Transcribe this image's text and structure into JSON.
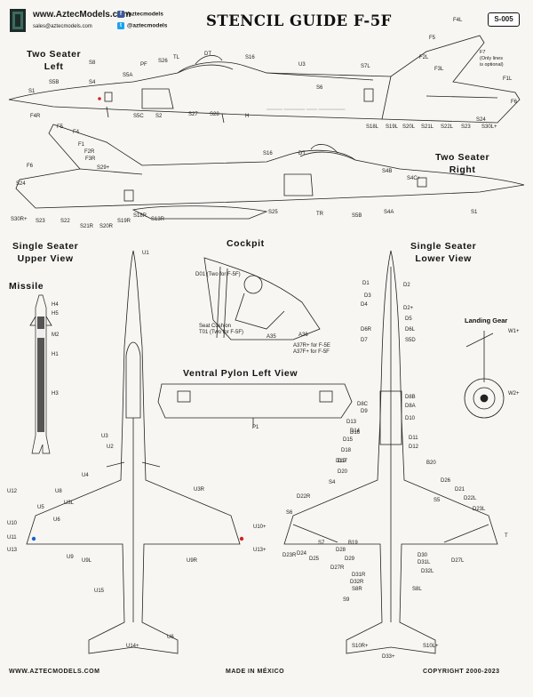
{
  "header": {
    "brand": "www.AztecModels.com",
    "email": "sales@aztecmodels.com",
    "social": [
      {
        "icon": "facebook-icon",
        "label": "/aztecmodels"
      },
      {
        "icon": "twitter-icon",
        "label": "@aztecmodels"
      }
    ],
    "title": "STENCIL GUIDE F-5F",
    "code": "S-005"
  },
  "sections": {
    "two_seater_left": "Two Seater\nLeft",
    "two_seater_right": "Two Seater\nRight",
    "single_upper": "Single Seater\nUpper View",
    "single_lower": "Single Seater\nLower View",
    "cockpit": "Cockpit",
    "missile": "Missile",
    "landing_gear": "Landing Gear",
    "ventral_pylon": "Ventral Pylon Left View"
  },
  "notes": {
    "f7_optional": "F7\n(Only lines\nis optional)",
    "d01": "D01 (Two for F-5F)",
    "seat_cushion": "Seat Cushion\nT01 (Two for F-5F)",
    "a37": "A37R+ for F-5E\nA37F+ for F-5F"
  },
  "left_side_labels": [
    "S1",
    "S26",
    "S5A",
    "S5B",
    "S4",
    "S5C",
    "S2",
    "S27",
    "S28",
    "PF",
    "TL",
    "DT",
    "S16",
    "U3",
    "H",
    "S6",
    "S7L",
    "F6",
    "F3L",
    "F2L",
    "F1L",
    "F5",
    "F4L",
    "F7",
    "S18L",
    "S19L",
    "S20L",
    "S21L",
    "S22L",
    "S23",
    "S24",
    "S30L+",
    "F4R",
    "S8"
  ],
  "right_side_labels": [
    "S24",
    "S23",
    "S22",
    "S21R",
    "S20R",
    "S19R",
    "S18R",
    "S13R",
    "S30R+",
    "F5",
    "F4",
    "F1",
    "F2R",
    "F3R",
    "S29+",
    "S16",
    "DT",
    "S4B",
    "S4C+",
    "S25",
    "TR",
    "S5B",
    "S4A",
    "S1",
    "F6"
  ],
  "upper_labels": [
    "U1",
    "U2",
    "U3",
    "U3L",
    "U3R",
    "U4",
    "U5",
    "U6",
    "U8",
    "U9",
    "U9L",
    "U9R",
    "U10",
    "U10+",
    "U11",
    "U12",
    "U13",
    "U13+",
    "U14+",
    "U15",
    "U6"
  ],
  "missile_labels": [
    "H4",
    "H5",
    "M2",
    "H1",
    "H3"
  ],
  "lower_labels": [
    "D1",
    "D2",
    "D3",
    "D4",
    "D2+",
    "D5",
    "D6L",
    "D6R",
    "D7",
    "S5D",
    "D8A",
    "D8B",
    "D8C",
    "D9",
    "D10",
    "D11",
    "D12",
    "D13",
    "D14",
    "D15",
    "D16",
    "D17",
    "D18",
    "D19",
    "D20",
    "D21",
    "D22L",
    "D22R",
    "D23L",
    "D23R",
    "D24",
    "D25",
    "D26",
    "D27L",
    "D27R",
    "D28",
    "D29",
    "D30",
    "D31L",
    "D31R",
    "D32L",
    "D32R",
    "D33+",
    "S4",
    "S5",
    "S6",
    "S7",
    "S8L",
    "S8R",
    "S9",
    "S10L+",
    "S10R+",
    "T",
    "B19",
    "B20",
    "P1"
  ],
  "cockpit_labels": [
    "A35",
    "A36",
    "A37+"
  ],
  "gear_labels": [
    "W1+",
    "W2+"
  ],
  "footer": {
    "left": "WWW.AZTECMODELS.COM",
    "center": "MADE IN MÉXICO",
    "right": "COPYRIGHT 2000-2023"
  }
}
